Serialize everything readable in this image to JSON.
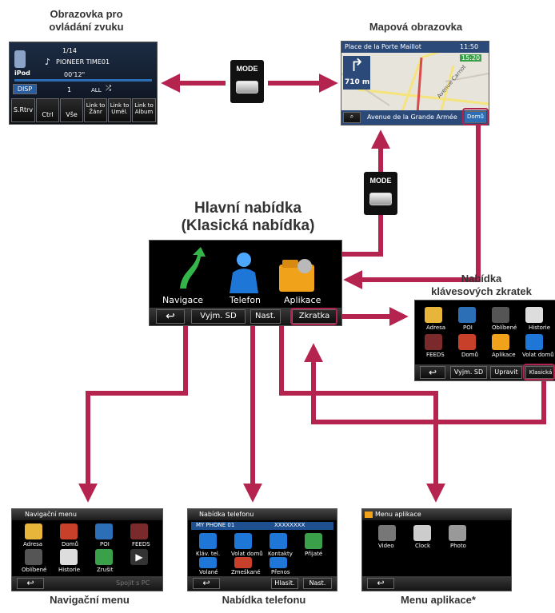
{
  "captions": {
    "audio": [
      "Obrazovka pro",
      "ovládání zvuku"
    ],
    "map": "Mapová obrazovka",
    "main": [
      "Hlavní nabídka",
      "(Klasická nabídka)"
    ],
    "shortcut": [
      "Nabídka",
      "klávesových zkratek"
    ],
    "nav": "Navigační menu",
    "phone": "Nabídka telefonu",
    "apps": "Menu aplikace*"
  },
  "mode_label": "MODE",
  "audio_screen": {
    "track": "1/14",
    "source": "iPod",
    "title": "PIONEER TIME01",
    "time": "00'12\"",
    "disp": "DISP",
    "num": "1",
    "all": "ALL",
    "buttons": [
      "S.Rtrv",
      "Ctrl",
      "Vše",
      "Link to Žánr",
      "Link to Uměl.",
      "Link to Album"
    ]
  },
  "map_screen": {
    "place": "Place de la Porte Maillot",
    "clock1": "11:50",
    "clock2": "15:20",
    "distance": "710 m",
    "road": "Avenue Carnot",
    "street": "Avenue de la Grande Armée",
    "home": "Domů"
  },
  "main_menu": {
    "items": [
      "Navigace",
      "Telefon",
      "Aplikace"
    ],
    "buttons": [
      "Vyjm. SD",
      "Nast.",
      "Zkratka"
    ]
  },
  "shortcut_menu": {
    "items": [
      "Adresa",
      "POI",
      "Oblíbené",
      "Historie",
      "FEEDS",
      "Domů",
      "Aplikace",
      "Volat domů"
    ],
    "buttons": [
      "Vyjm. SD",
      "Upravit",
      "Klasická"
    ]
  },
  "nav_menu": {
    "title": "Navigační menu",
    "items": [
      "Adresa",
      "Domů",
      "POI",
      "FEEDS",
      "Oblíbené",
      "Historie",
      "Zrušit"
    ],
    "footer": "Spojit s PC"
  },
  "phone_menu": {
    "title": "Nabídka telefonu",
    "device": "MY PHONE 01",
    "number": "XXXXXXXX",
    "items": [
      "Kláv. tel.",
      "Volat domů",
      "Kontakty",
      "Přijaté",
      "Volané",
      "Zmeškané",
      "Přenos"
    ],
    "footer": [
      "Hlasit.",
      "Nast."
    ]
  },
  "apps_menu": {
    "title": "Menu aplikace",
    "items": [
      "Video",
      "Clock",
      "Photo"
    ]
  },
  "colors": {
    "arrow": "#b5234f",
    "highlight": "#b0234e"
  }
}
